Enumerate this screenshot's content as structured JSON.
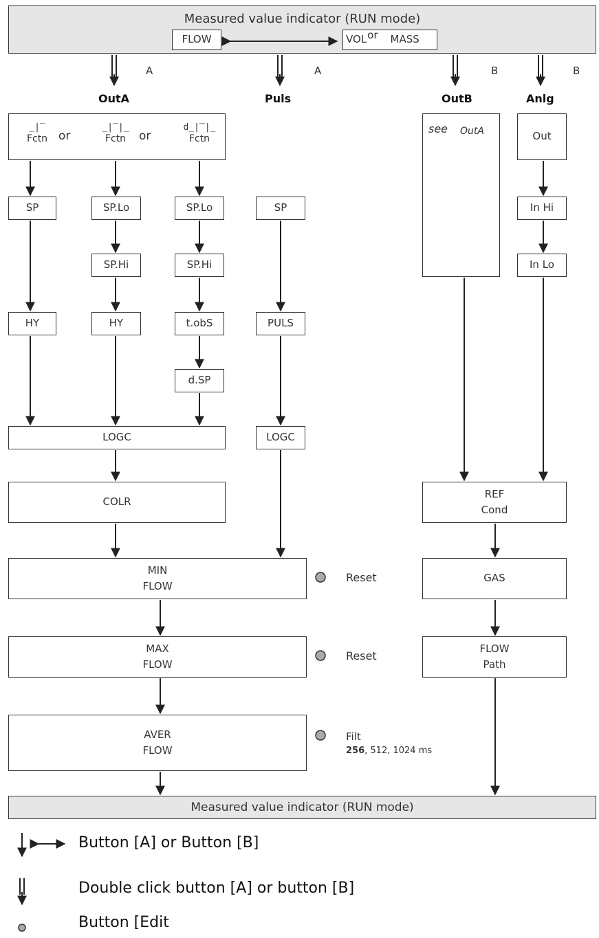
{
  "header": {
    "title": "Measured value indicator (RUN mode)",
    "flow": "FLOW",
    "vol": "VOL",
    "or": "or",
    "mass": "MASS"
  },
  "buttons": {
    "a1": "A",
    "a2": "A",
    "b1": "B",
    "b2": "B"
  },
  "columns": {
    "outA": "OutA",
    "puls": "Puls",
    "outB": "OutB",
    "anlg": "Anlg"
  },
  "fctn": {
    "sym1": "_|‾",
    "sym2": "_|‾|_",
    "sym3": "d_|‾|_",
    "label": "Fctn",
    "or1": "or",
    "or2": "or"
  },
  "col1": {
    "sp": "SP",
    "hy": "HY"
  },
  "col2": {
    "splo": "SP.Lo",
    "sphi": "SP.Hi",
    "hy": "HY"
  },
  "col3": {
    "splo": "SP.Lo",
    "sphi": "SP.Hi",
    "tobs": "t.obS",
    "dsp": "d.SP"
  },
  "col4": {
    "sp": "SP",
    "puls": "PULS",
    "logc": "LOGC"
  },
  "outB": {
    "see": "see",
    "ref": "OutA"
  },
  "anlg": {
    "out": "Out",
    "inhi": "In Hi",
    "inlo": "In Lo"
  },
  "common": {
    "logc": "LOGC",
    "colr": "COLR",
    "min": [
      "MIN",
      "FLOW"
    ],
    "max": [
      "MAX",
      "FLOW"
    ],
    "aver": [
      "AVER",
      "FLOW"
    ]
  },
  "right": {
    "ref": [
      "REF",
      "Cond"
    ],
    "gas": "GAS",
    "flowpath": [
      "FLOW",
      "Path"
    ]
  },
  "edit": {
    "reset1": "Reset",
    "reset2": "Reset",
    "filt": "Filt",
    "filt_default": "256",
    "filt_rest": ", 512, 1024 ms"
  },
  "footer": {
    "title": "Measured value indicator (RUN mode)"
  },
  "legend": {
    "single": "Button [A] or Button [B]",
    "double": "Double click button [A] or button [B]",
    "edit": "Button [Edit"
  }
}
